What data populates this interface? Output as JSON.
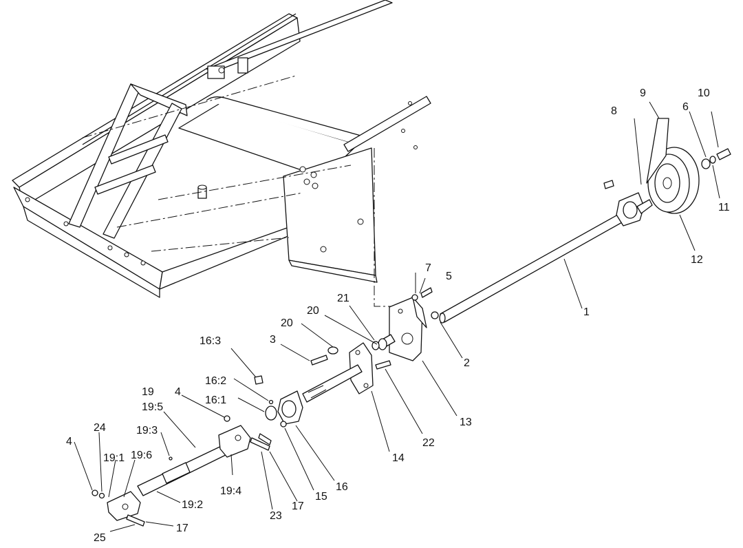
{
  "callouts": [
    {
      "id": "c1",
      "text": "1"
    },
    {
      "id": "c2",
      "text": "2"
    },
    {
      "id": "c3",
      "text": "3"
    },
    {
      "id": "c4a",
      "text": "4"
    },
    {
      "id": "c4b",
      "text": "4"
    },
    {
      "id": "c5",
      "text": "5"
    },
    {
      "id": "c6",
      "text": "6"
    },
    {
      "id": "c7",
      "text": "7"
    },
    {
      "id": "c8",
      "text": "8"
    },
    {
      "id": "c9",
      "text": "9"
    },
    {
      "id": "c10",
      "text": "10"
    },
    {
      "id": "c11",
      "text": "11"
    },
    {
      "id": "c12",
      "text": "12"
    },
    {
      "id": "c13",
      "text": "13"
    },
    {
      "id": "c14",
      "text": "14"
    },
    {
      "id": "c15",
      "text": "15"
    },
    {
      "id": "c16",
      "text": "16"
    },
    {
      "id": "c16_1",
      "text": "16:1"
    },
    {
      "id": "c16_2",
      "text": "16:2"
    },
    {
      "id": "c16_3",
      "text": "16:3"
    },
    {
      "id": "c17a",
      "text": "17"
    },
    {
      "id": "c17b",
      "text": "17"
    },
    {
      "id": "c19",
      "text": "19"
    },
    {
      "id": "c19_1",
      "text": "19:1"
    },
    {
      "id": "c19_2",
      "text": "19:2"
    },
    {
      "id": "c19_3",
      "text": "19:3"
    },
    {
      "id": "c19_4",
      "text": "19:4"
    },
    {
      "id": "c19_5",
      "text": "19:5"
    },
    {
      "id": "c19_6",
      "text": "19:6"
    },
    {
      "id": "c20a",
      "text": "20"
    },
    {
      "id": "c20b",
      "text": "20"
    },
    {
      "id": "c21",
      "text": "21"
    },
    {
      "id": "c22",
      "text": "22"
    },
    {
      "id": "c23",
      "text": "23"
    },
    {
      "id": "c24",
      "text": "24"
    },
    {
      "id": "c25",
      "text": "25"
    }
  ]
}
